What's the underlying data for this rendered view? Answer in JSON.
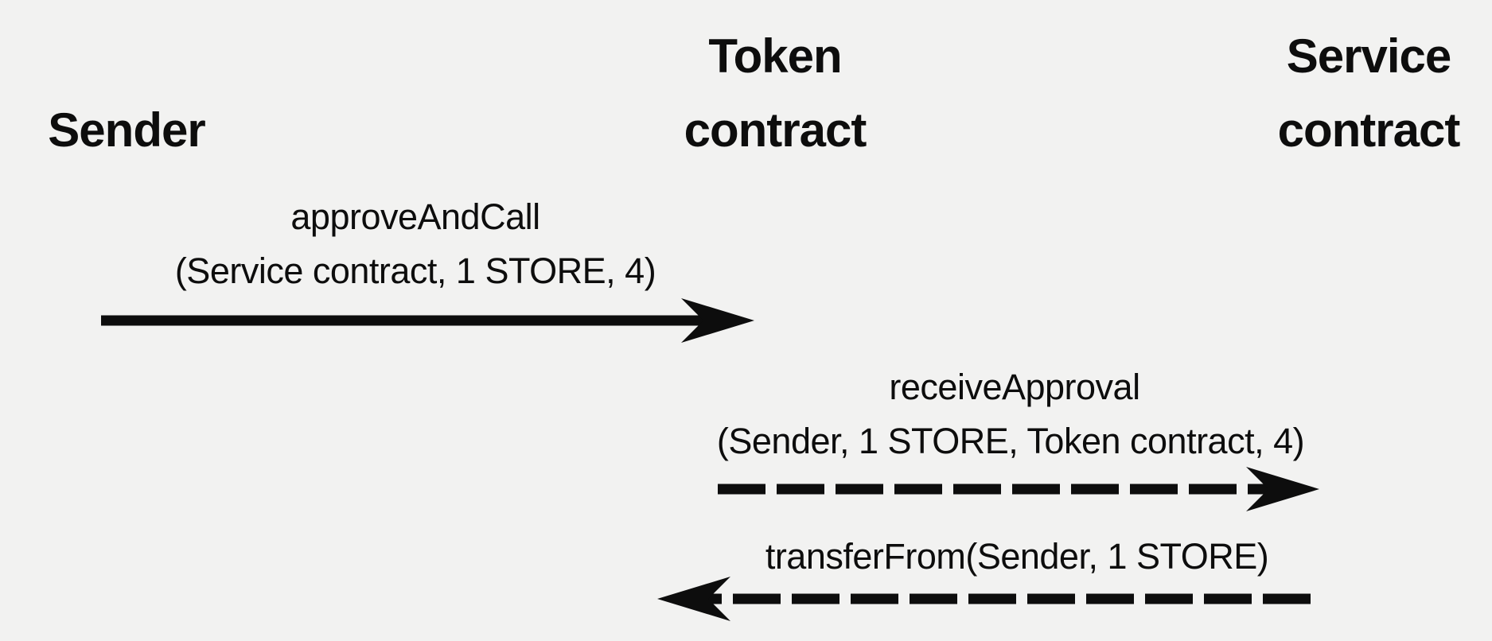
{
  "diagram": {
    "type": "sequence-diagram",
    "background_color": "#f2f2f1",
    "ink_color": "#0d0d0d",
    "participants": [
      {
        "label": "Sender"
      },
      {
        "label": "Token contract"
      },
      {
        "label": "Service contract"
      }
    ],
    "messages": [
      {
        "name": "approveAndCall",
        "args": "(Service contract, 1 STORE, 4)",
        "from": "Sender",
        "to": "Token contract",
        "line_style": "solid",
        "direction": "right"
      },
      {
        "name": "receiveApproval",
        "args": "(Sender, 1 STORE, Token contract, 4)",
        "from": "Token contract",
        "to": "Service contract",
        "line_style": "dashed",
        "direction": "right"
      },
      {
        "name": "transferFrom(Sender, 1 STORE)",
        "args": "",
        "from": "Service contract",
        "to": "Token contract",
        "line_style": "dashed",
        "direction": "left"
      }
    ]
  }
}
